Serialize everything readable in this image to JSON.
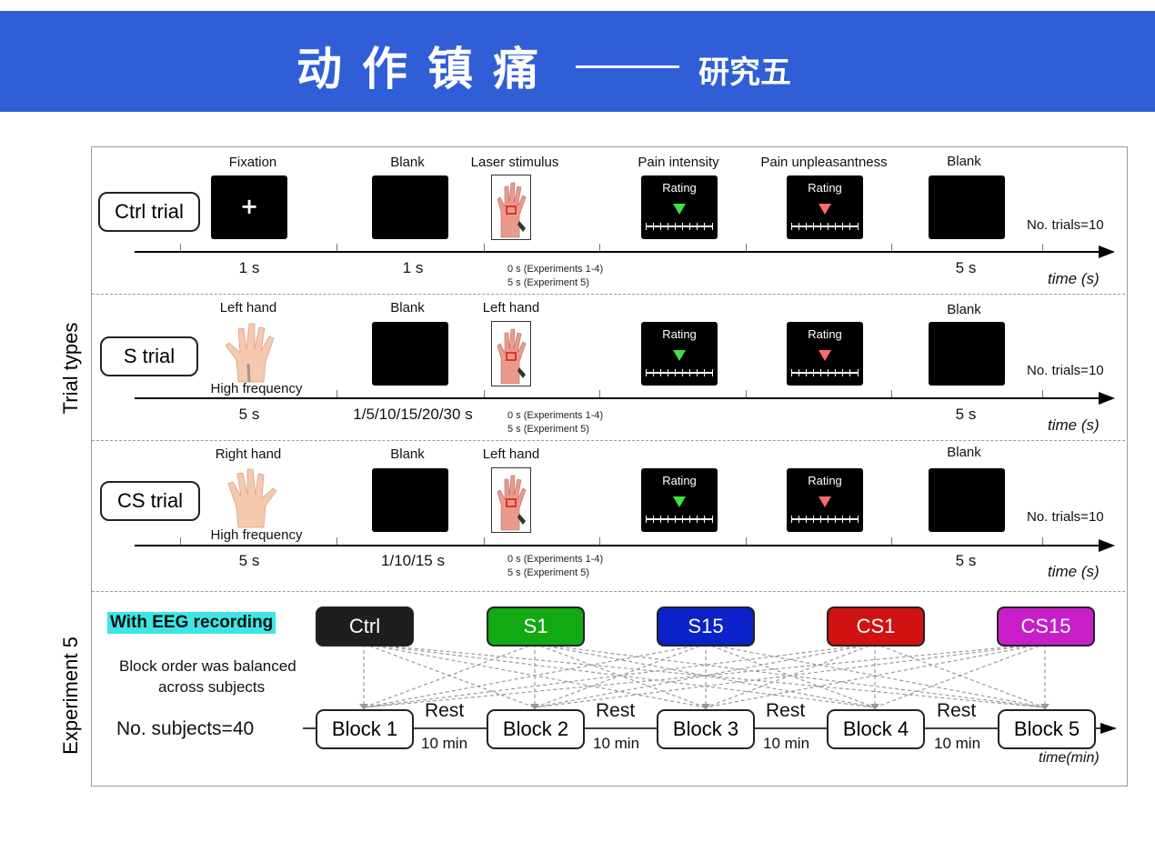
{
  "header": {
    "title": "动作镇痛",
    "subtitle": "研究五",
    "bg_color": "#2f5ed6"
  },
  "side_labels": {
    "trial_types": "Trial types",
    "experiment5": "Experiment 5"
  },
  "rows": [
    {
      "trial_label": "Ctrl trial",
      "stage_labels": [
        "Fixation",
        "Blank",
        "Laser stimulus",
        "Pain intensity",
        "Pain unpleasantness",
        "Blank"
      ],
      "fixation_symbol": "+",
      "durations": [
        "1 s",
        "1 s",
        "5 s"
      ],
      "laser_note": [
        "0 s  (Experiments 1-4)",
        "5 s (Experiment 5)"
      ],
      "no_trials": "No. trials=10",
      "time_axis": "time (s)"
    },
    {
      "trial_label": "S trial",
      "stage_labels": [
        "Left hand",
        "Blank",
        "Left hand",
        "Blank"
      ],
      "vibration_label": "High frequency",
      "durations": [
        "5 s",
        "1/5/10/15/20/30 s",
        "5 s"
      ],
      "laser_note": [
        "0 s  (Experiments 1-4)",
        "5 s (Experiment 5)"
      ],
      "no_trials": "No. trials=10",
      "time_axis": "time (s)"
    },
    {
      "trial_label": "CS trial",
      "stage_labels": [
        "Right hand",
        "Blank",
        "Left hand",
        "Blank"
      ],
      "vibration_label": "High frequency",
      "durations": [
        "5 s",
        "1/10/15 s",
        "5 s"
      ],
      "laser_note": [
        "0 s  (Experiments 1-4)",
        "5 s (Experiment 5)"
      ],
      "no_trials": "No. trials=10",
      "time_axis": "time (s)"
    }
  ],
  "rating_label": "Rating",
  "rating_marker_colors": {
    "intensity": "#3fe04a",
    "unpleasantness": "#ff6a6a"
  },
  "experiment5": {
    "eeg_label": "With EEG recording",
    "balanced_note": [
      "Block order was balanced",
      "across subjects"
    ],
    "subjects": "No. subjects=40",
    "conditions": [
      {
        "label": "Ctrl",
        "color": "#1e1e1e"
      },
      {
        "label": "S1",
        "color": "#12a912"
      },
      {
        "label": "S15",
        "color": "#0a22c8"
      },
      {
        "label": "CS1",
        "color": "#d01212"
      },
      {
        "label": "CS15",
        "color": "#c81ec8"
      }
    ],
    "blocks": [
      "Block 1",
      "Block 2",
      "Block 3",
      "Block 4",
      "Block 5"
    ],
    "rest_label": "Rest",
    "rest_duration": "10 min",
    "time_axis": "time(min)"
  }
}
